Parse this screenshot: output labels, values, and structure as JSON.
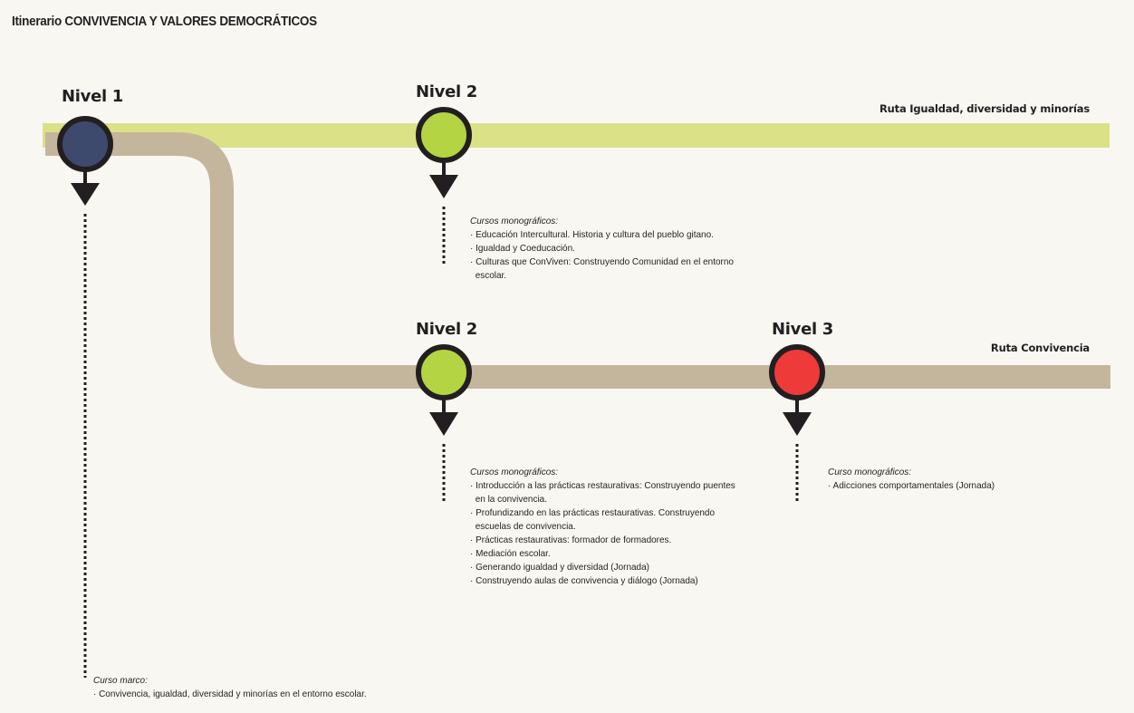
{
  "title": "Itinerario CONVIVENCIA Y VALORES DEMOCRÁTICOS",
  "colors": {
    "route_igualdad": "#dbe187",
    "route_convivencia": "#c4b59d",
    "nivel1": "#3d4a6e",
    "nivel2": "#b4d444",
    "nivel3": "#ee3a39",
    "outline": "#231f20"
  },
  "routes": {
    "igualdad": {
      "label": "Ruta Igualdad, diversidad y minorías"
    },
    "convivencia": {
      "label": "Ruta Convivencia"
    }
  },
  "nodes": {
    "nivel1": {
      "label": "Nivel 1",
      "heading": "Curso marco:",
      "items": [
        "· Convivencia, igualdad, diversidad y minorías en el entorno escolar."
      ]
    },
    "nivel2_igualdad": {
      "label": "Nivel 2",
      "heading": "Cursos monográficos:",
      "items": [
        "· Educación Intercultural. Historia y cultura del pueblo gitano.",
        "· Igualdad y Coeducación.",
        "· Culturas que ConViven: Construyendo Comunidad en el entorno escolar."
      ]
    },
    "nivel2_convivencia": {
      "label": "Nivel 2",
      "heading": "Cursos monográficos:",
      "items": [
        "· Introducción a las prácticas restaurativas: Construyendo puentes en la convivencia.",
        "· Profundizando en las prácticas restaurativas. Construyendo escuelas de convivencia.",
        "· Prácticas restaurativas: formador de formadores.",
        "· Mediación escolar.",
        "· Generando igualdad y diversidad (Jornada)",
        "· Construyendo aulas de convivencia y diálogo (Jornada)"
      ]
    },
    "nivel3_convivencia": {
      "label": "Nivel 3",
      "heading": "Curso monográficos:",
      "items": [
        "· Adicciones comportamentales (Jornada)"
      ]
    }
  }
}
